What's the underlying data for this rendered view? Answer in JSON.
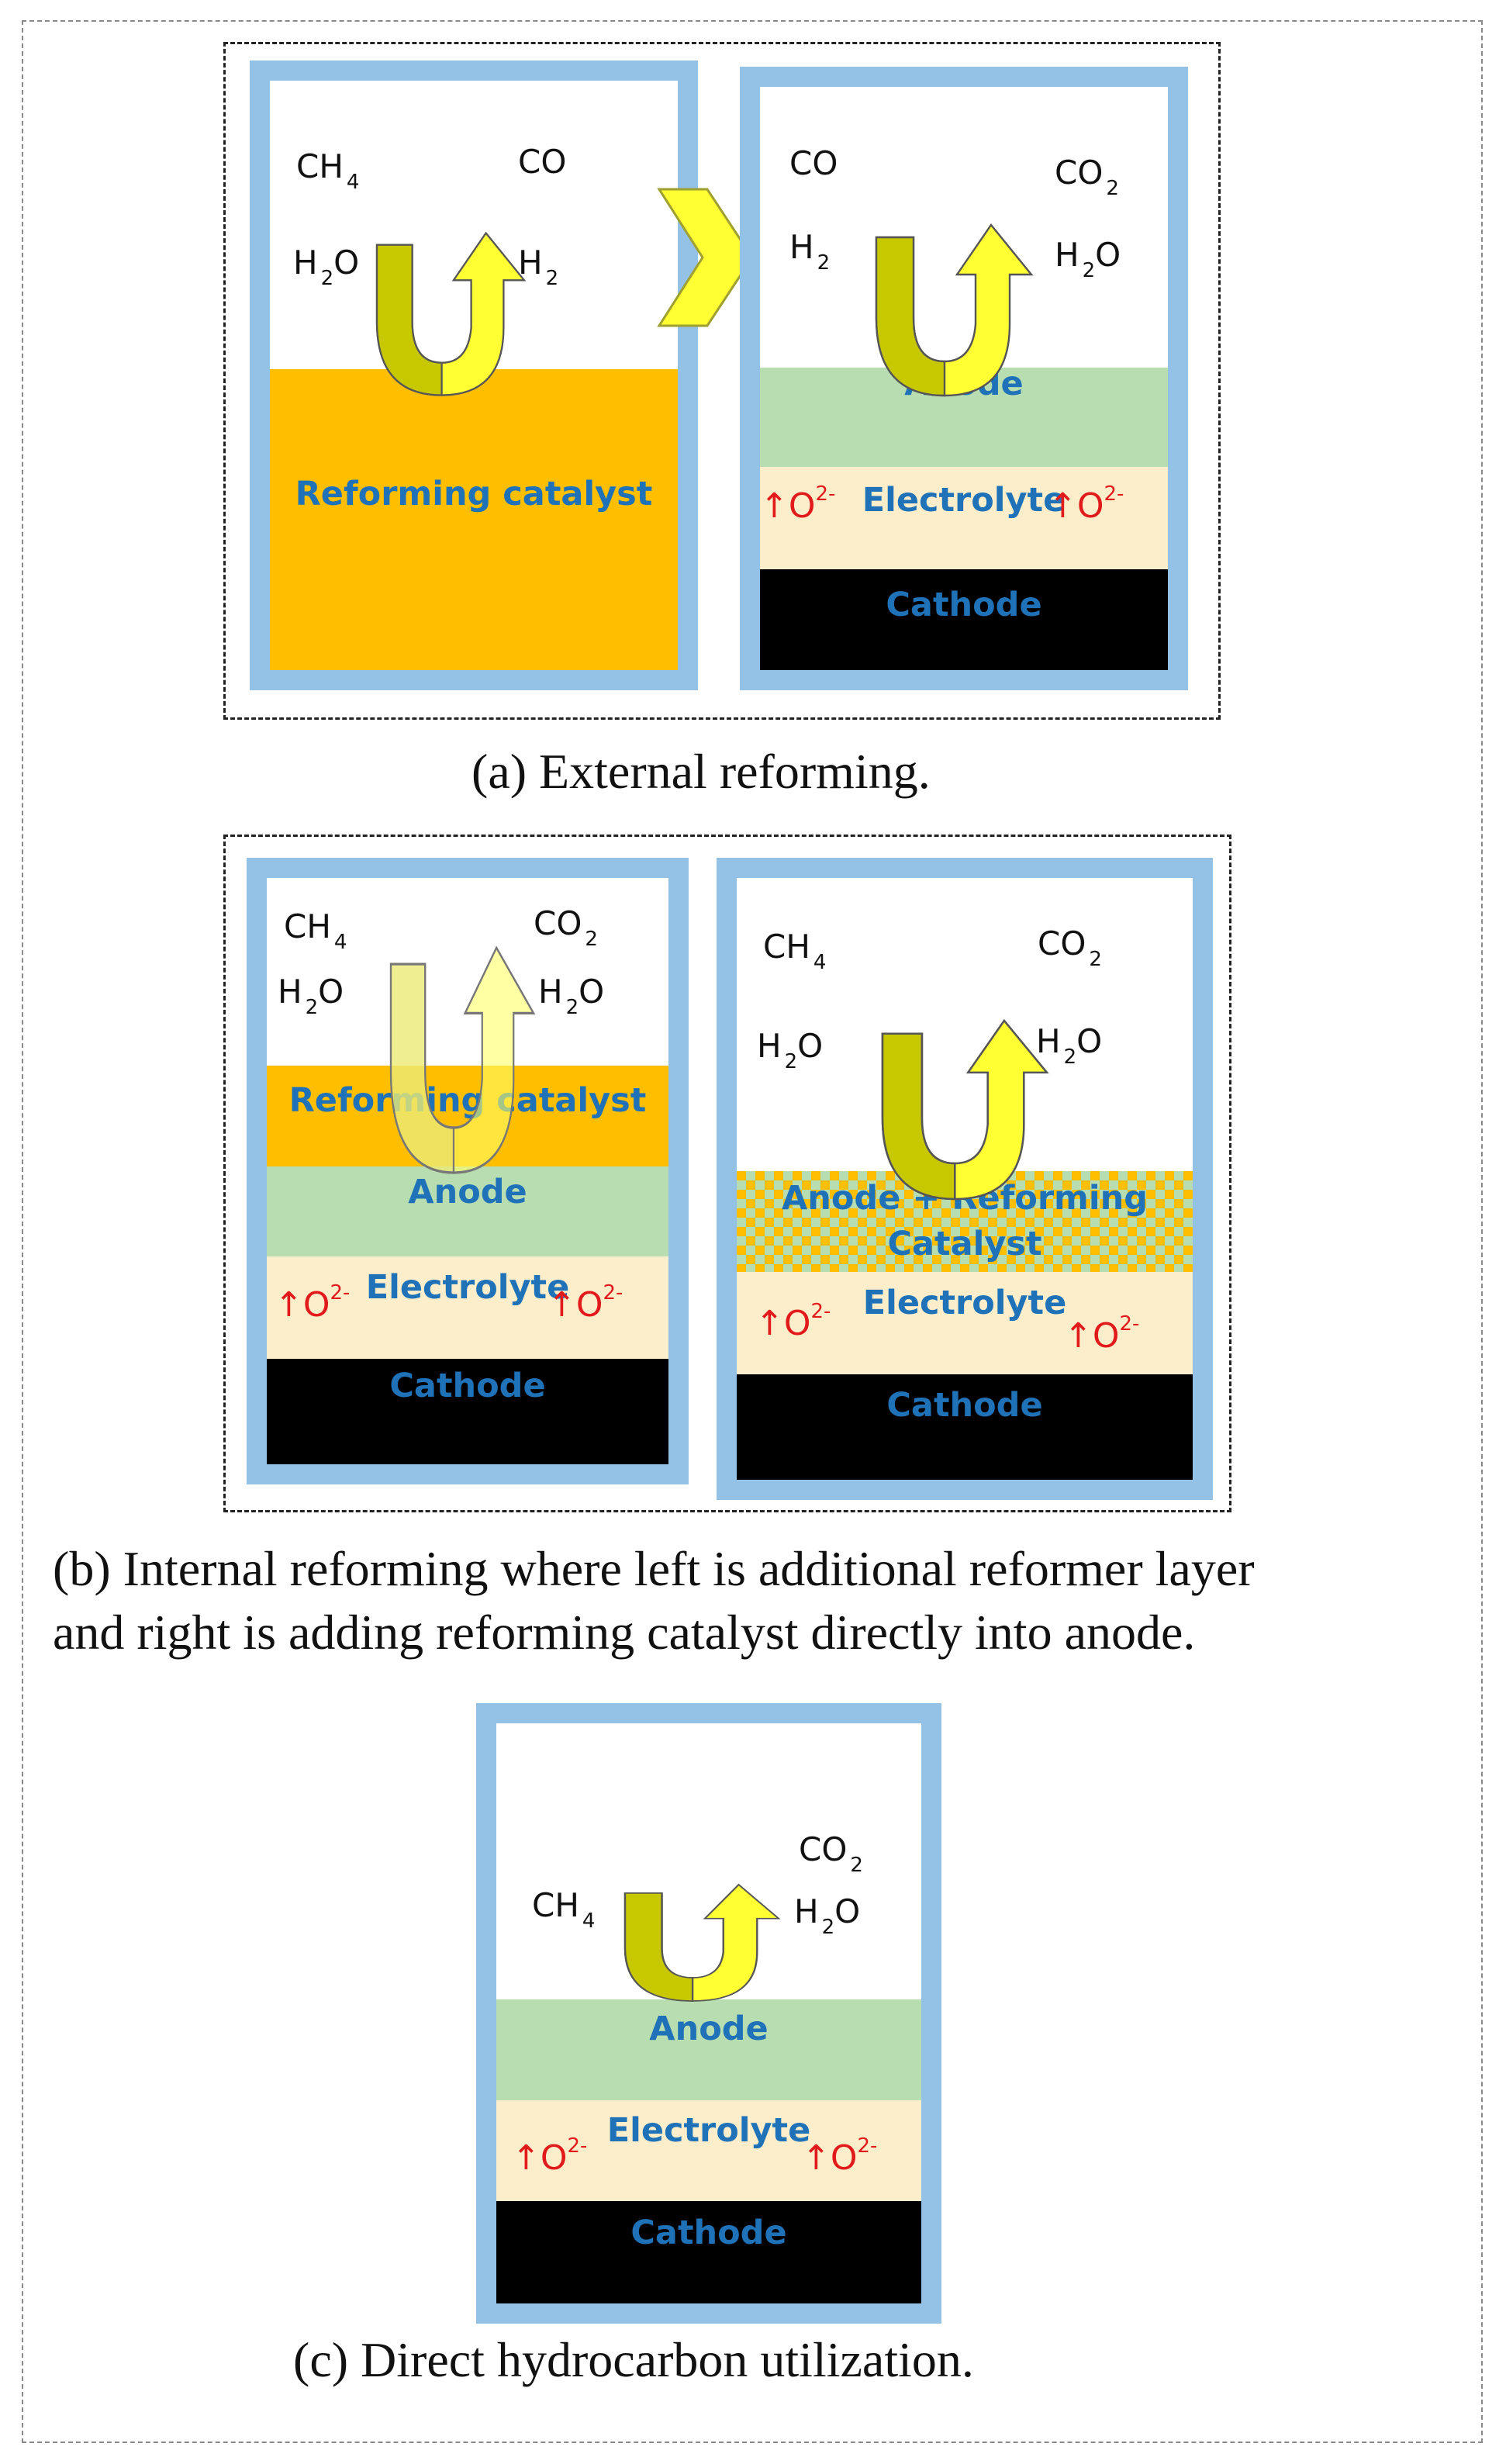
{
  "colors": {
    "frame": "#93c2e6",
    "reforming_catalyst": "#ffbf00",
    "anode": "#b8ddb0",
    "electrolyte": "#fdeecb",
    "cathode": "#000000",
    "layer_text": "#1f72b8",
    "oxygen_ion": "#e11b1b",
    "arrow_fill": "#ffff33",
    "arrow_shade": "#c8c800"
  },
  "panel_a": {
    "caption": "(a) External reforming.",
    "reformer": {
      "gas_in_1": "CH",
      "gas_in_1_sub": "4",
      "gas_in_2": "H",
      "gas_in_2_sub": "2",
      "gas_in_2_tail": "O",
      "gas_out_1": "CO",
      "gas_out_2": "H",
      "gas_out_2_sub": "2",
      "catalyst_label": "Reforming catalyst"
    },
    "cell": {
      "gas_in_1": "CO",
      "gas_in_2": "H",
      "gas_in_2_sub": "2",
      "gas_out_1": "CO",
      "gas_out_1_sub": "2",
      "gas_out_2": "H",
      "gas_out_2_sub": "2",
      "gas_out_2_tail": "O",
      "anode_label": "Anode",
      "electrolyte_label": "Electrolyte",
      "cathode_label": "Cathode",
      "ion": "O",
      "ion_charge": "2-",
      "ion_arrow": "↑"
    }
  },
  "panel_b": {
    "caption_line1": "(b) Internal reforming where left is additional reformer layer",
    "caption_line2": "and right is adding reforming catalyst directly into anode.",
    "left": {
      "gas_in_1": "CH",
      "gas_in_1_sub": "4",
      "gas_in_2": "H",
      "gas_in_2_sub": "2",
      "gas_in_2_tail": "O",
      "gas_out_1": "CO",
      "gas_out_1_sub": "2",
      "gas_out_2": "H",
      "gas_out_2_sub": "2",
      "gas_out_2_tail": "O",
      "catalyst_label": "Reforming catalyst",
      "anode_label": "Anode",
      "electrolyte_label": "Electrolyte",
      "cathode_label": "Cathode",
      "ion": "O",
      "ion_charge": "2-",
      "ion_arrow": "↑"
    },
    "right": {
      "gas_in_1": "CH",
      "gas_in_1_sub": "4",
      "gas_in_2": "H",
      "gas_in_2_sub": "2",
      "gas_in_2_tail": "O",
      "gas_out_1": "CO",
      "gas_out_1_sub": "2",
      "gas_out_2": "H",
      "gas_out_2_sub": "2",
      "gas_out_2_tail": "O",
      "anode_catalyst_line1": "Anode + Reforming",
      "anode_catalyst_line2": "Catalyst",
      "electrolyte_label": "Electrolyte",
      "cathode_label": "Cathode",
      "ion": "O",
      "ion_charge": "2-",
      "ion_arrow": "↑"
    }
  },
  "panel_c": {
    "caption": "(c) Direct hydrocarbon utilization.",
    "cell": {
      "gas_in_1": "CH",
      "gas_in_1_sub": "4",
      "gas_out_1": "CO",
      "gas_out_1_sub": "2",
      "gas_out_2": "H",
      "gas_out_2_sub": "2",
      "gas_out_2_tail": "O",
      "anode_label": "Anode",
      "electrolyte_label": "Electrolyte",
      "cathode_label": "Cathode",
      "ion": "O",
      "ion_charge": "2-",
      "ion_arrow": "↑"
    }
  }
}
